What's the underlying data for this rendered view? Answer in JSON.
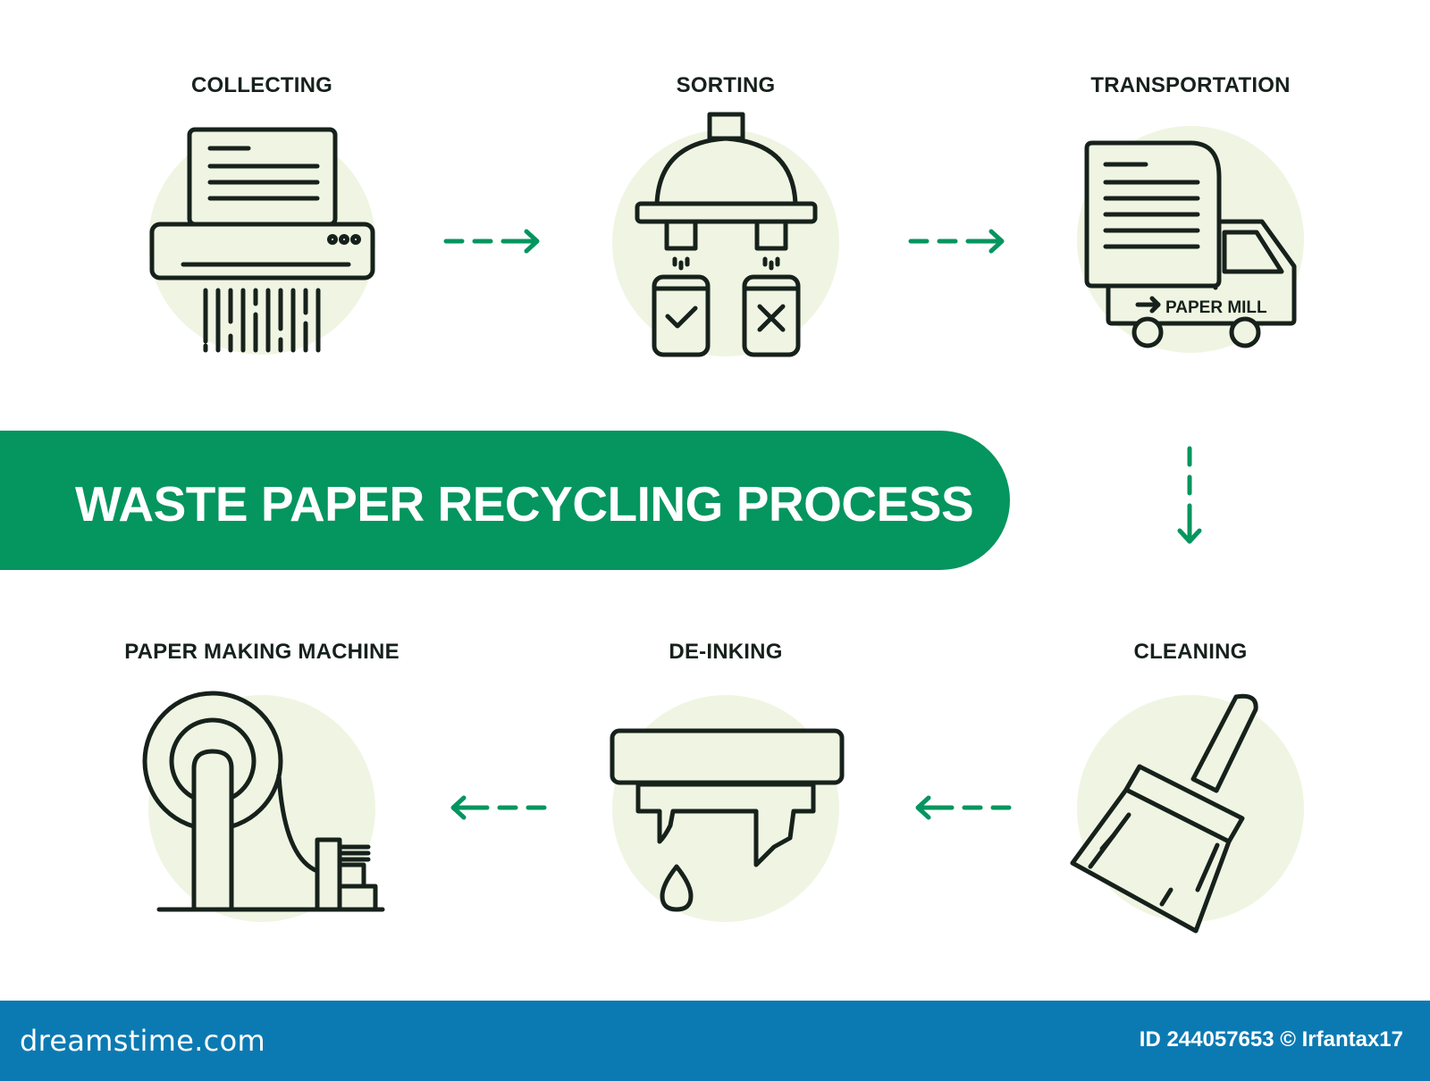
{
  "title": "WASTE PAPER RECYCLING PROCESS",
  "steps": [
    {
      "label": "COLLECTING",
      "icon": "paper-shredder-icon"
    },
    {
      "label": "SORTING",
      "icon": "sorting-machine-icon"
    },
    {
      "label": "TRANSPORTATION",
      "icon": "delivery-truck-icon",
      "truck_text": "PAPER MILL"
    },
    {
      "label": "CLEANING",
      "icon": "broom-icon"
    },
    {
      "label": "DE-INKING",
      "icon": "de-inking-machine-icon"
    },
    {
      "label": "PAPER MAKING MACHINE",
      "icon": "paper-roll-machine-icon"
    }
  ],
  "footer": {
    "site": "dreamstime.com",
    "image_id": "ID 244057653 © Irfantax17"
  },
  "colors": {
    "brand_green": "#05955f",
    "icon_fill": "#eff5e2",
    "icon_stroke": "#17211c",
    "footer_blue": "#0c7ab2"
  }
}
